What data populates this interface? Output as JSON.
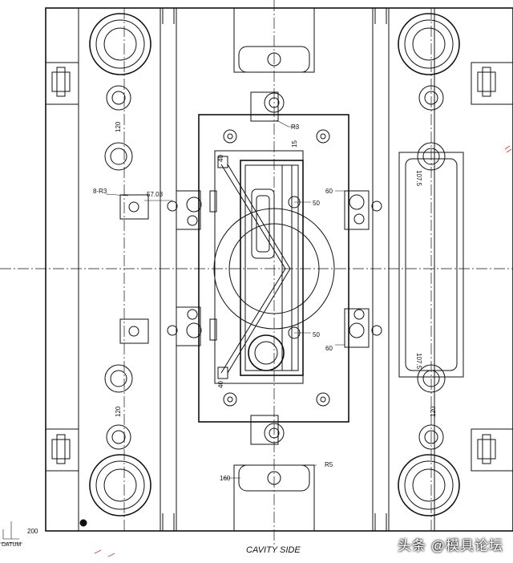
{
  "view_title": "CAVITY SIDE",
  "datum_label": "DATUM",
  "dimensions": {
    "r3_top": "R3",
    "r5_bottom": "R5",
    "dim_15": "15",
    "dim_40_top": "40",
    "dim_40_bottom": "40",
    "dim_120_left_top": "120",
    "dim_120_left_bottom": "120",
    "dim_120_right_bottom": "120",
    "dim_8_r3": "8-R3",
    "dim_57": "57.03",
    "dim_50_top": "50",
    "dim_50_bottom": "50",
    "dim_60_top": "60",
    "dim_60_bottom": "60",
    "dim_107_top": "107.5",
    "dim_107_bottom": "107.5",
    "dim_160": "160",
    "dim_200": "200"
  },
  "watermark": "头条 @模具论坛",
  "colors": {
    "line": "#111111",
    "background": "#ffffff",
    "accent": "#d23a2a"
  }
}
